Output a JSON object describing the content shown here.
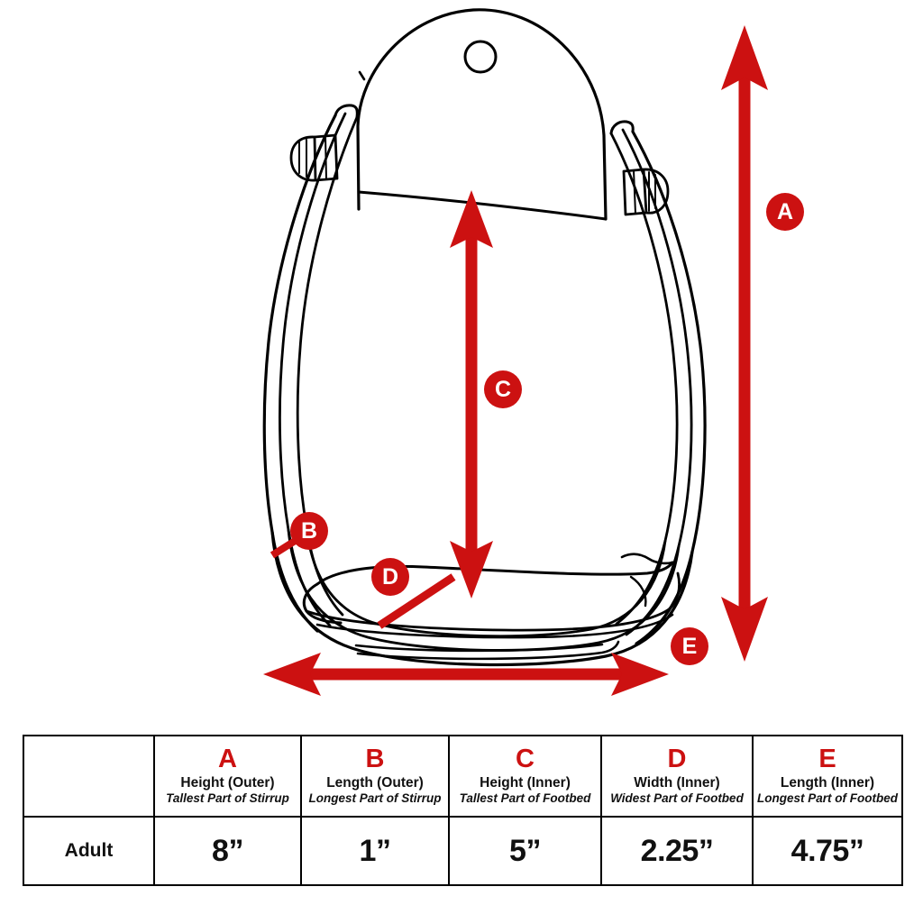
{
  "page": {
    "title": "Stirrup Measurement Diagram",
    "background_color": "#ffffff",
    "accent_color": "#cc1111",
    "line_color": "#000000"
  },
  "diagram": {
    "subject": "western stirrup",
    "parts": {
      "top_plate": "arched top plate",
      "bolt_hole": "bolt hole",
      "left_bolt": "left cap nut bolt",
      "right_bolt": "right cap nut bolt",
      "footbed": "footbed tread"
    },
    "markers": [
      {
        "id": "A",
        "label": "A",
        "kind": "double-arrow-vertical",
        "description": "Height (Outer) — tallest part of stirrup",
        "color": "#cc1111"
      },
      {
        "id": "B",
        "label": "B",
        "kind": "tick-line",
        "description": "Length (Outer) — longest part of stirrup (band thickness)",
        "color": "#cc1111"
      },
      {
        "id": "C",
        "label": "C",
        "kind": "double-arrow-vertical",
        "description": "Height (Inner) — tallest part of footbed",
        "color": "#cc1111"
      },
      {
        "id": "D",
        "label": "D",
        "kind": "diagonal-line",
        "description": "Width (Inner) — widest part of footbed",
        "color": "#cc1111"
      },
      {
        "id": "E",
        "label": "E",
        "kind": "double-arrow-horizontal",
        "description": "Length (Inner) — longest part of footbed",
        "color": "#cc1111"
      }
    ]
  },
  "table": {
    "corner_label": "",
    "columns": [
      {
        "letter": "A",
        "title": "Height (Outer)",
        "subtitle": "Tallest Part of Stirrup"
      },
      {
        "letter": "B",
        "title": "Length (Outer)",
        "subtitle": "Longest Part of Stirrup"
      },
      {
        "letter": "C",
        "title": "Height (Inner)",
        "subtitle": "Tallest Part of Footbed"
      },
      {
        "letter": "D",
        "title": "Width (Inner)",
        "subtitle": "Widest Part of Footbed"
      },
      {
        "letter": "E",
        "title": "Length (Inner)",
        "subtitle": "Longest Part of Footbed"
      }
    ],
    "rows": [
      {
        "label": "Adult",
        "values": [
          "8”",
          "1”",
          "5”",
          "2.25”",
          "4.75”"
        ]
      }
    ]
  }
}
